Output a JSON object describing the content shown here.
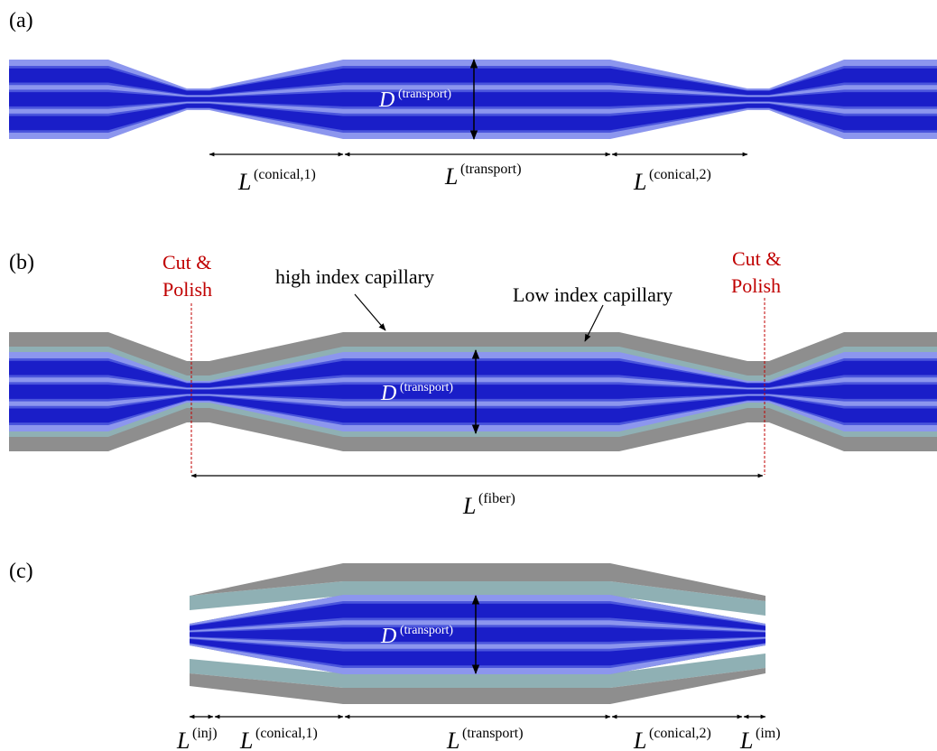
{
  "panels": {
    "a": {
      "label": "(a)",
      "diameter": {
        "symbol": "D",
        "sup": "(transport)"
      },
      "dims": [
        {
          "symbol": "L",
          "sup": "(conical,1)"
        },
        {
          "symbol": "L",
          "sup": "(transport)"
        },
        {
          "symbol": "L",
          "sup": "(conical,2)"
        }
      ]
    },
    "b": {
      "label": "(b)",
      "cut_left": [
        "Cut &",
        "Polish"
      ],
      "cut_right": [
        "Cut &",
        "Polish"
      ],
      "high_index": "high index capillary",
      "low_index": "Low index capillary",
      "diameter": {
        "symbol": "D",
        "sup": "(transport)"
      },
      "fiber_length": {
        "symbol": "L",
        "sup": "(fiber)"
      }
    },
    "c": {
      "label": "(c)",
      "diameter": {
        "symbol": "D",
        "sup": "(transport)"
      },
      "dims": [
        {
          "symbol": "L",
          "sup": "(inj)"
        },
        {
          "symbol": "L",
          "sup": "(conical,1)"
        },
        {
          "symbol": "L",
          "sup": "(transport)"
        },
        {
          "symbol": "L",
          "sup": "(conical,2)"
        },
        {
          "symbol": "L",
          "sup": "(im)"
        }
      ]
    }
  },
  "colors": {
    "core": "#1a1ec8",
    "cladding": "#8c96ee",
    "low_index_capillary": "#8fb0b4",
    "high_index_capillary": "#8e8e8e",
    "cut_marker": "#c00000",
    "text": "#000000",
    "diameter_label": "#ffffff"
  }
}
